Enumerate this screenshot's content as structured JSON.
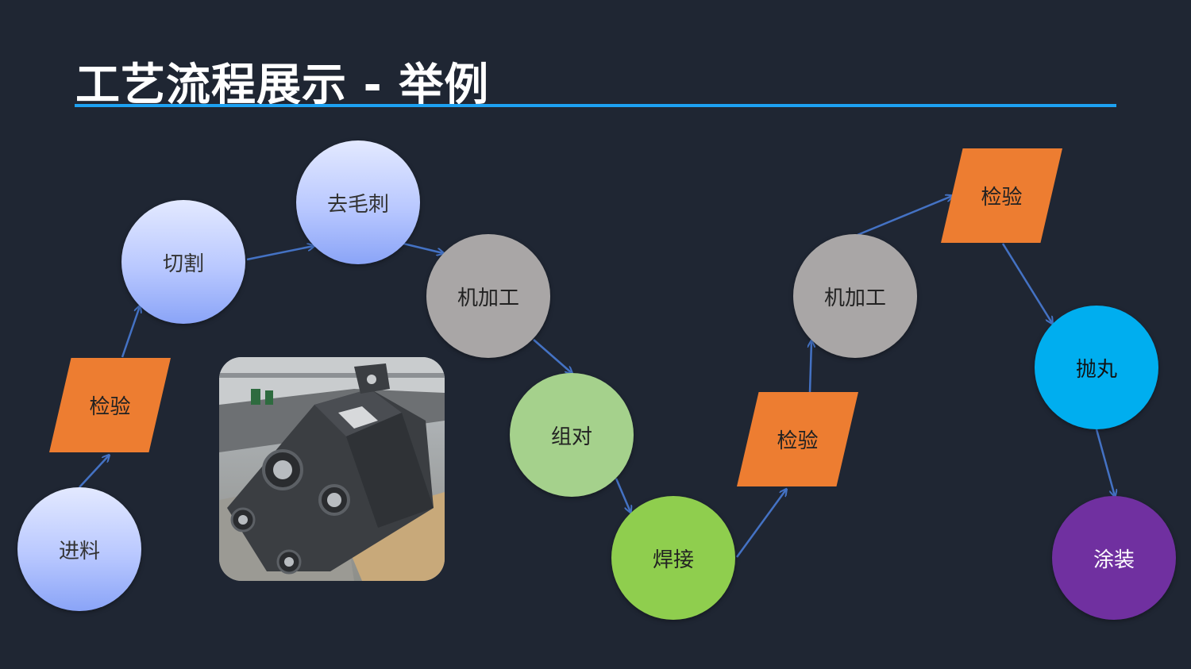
{
  "title": "工艺流程展示 - 举例",
  "colors": {
    "background": "#1f2633",
    "rule": "#1da1f2",
    "arrow": "#4472c4",
    "inspection": "#ed7d31",
    "process_blue": "#b9c8ff",
    "machining": "#a9a6a6",
    "assembly": "#a5d18c",
    "welding": "#8fce4e",
    "shot_blasting": "#00aeef",
    "coating": "#7030a0"
  },
  "nodes": {
    "feed": "进料",
    "inspect1": "检验",
    "cut": "切割",
    "deburr": "去毛刺",
    "machining1": "机加工",
    "assemble": "组对",
    "weld": "焊接",
    "inspect2": "检验",
    "machining2": "机加工",
    "inspect3": "检验",
    "blast": "抛丸",
    "coat": "涂装"
  }
}
